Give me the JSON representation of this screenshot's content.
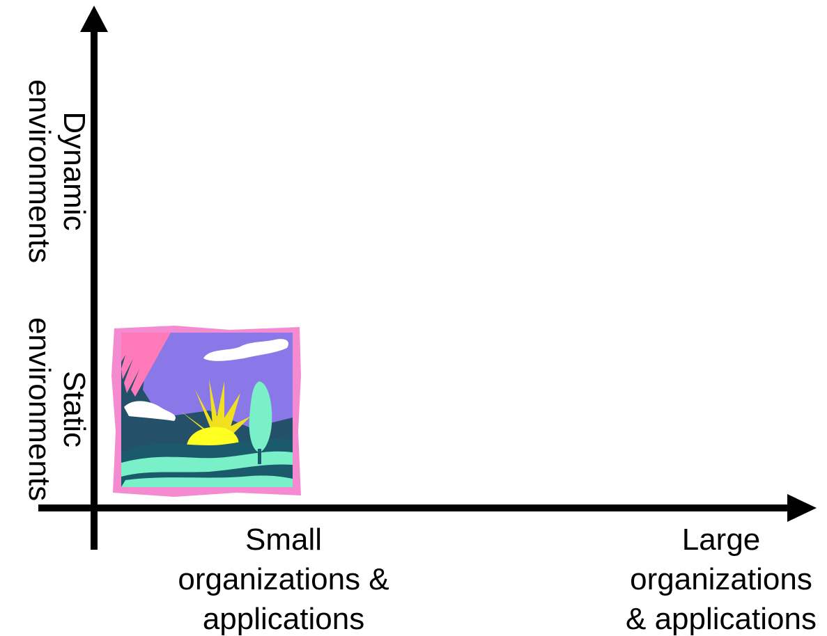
{
  "y_axis": {
    "labels": [
      {
        "lines": [
          "Dynamic",
          "environments"
        ]
      },
      {
        "lines": [
          "Static",
          "environments"
        ]
      }
    ]
  },
  "x_axis": {
    "labels": [
      {
        "lines": [
          "Small",
          "organizations &",
          "applications"
        ]
      },
      {
        "lines": [
          "Large",
          "organizations",
          "& applications"
        ]
      }
    ]
  },
  "illustration": {
    "icon": "sunrise-landscape-clipart-icon"
  },
  "colors": {
    "axis": "#000000",
    "frame": "#f48ad0",
    "sky_dark": "#24506a",
    "sky_purple": "#8a78e8",
    "sun": "#ffff22",
    "ray": "#f0e020",
    "ground": "#1a5a6a",
    "grass": "#7af0c8",
    "cloud": "#ffffff",
    "streak": "#ff7ab8"
  }
}
